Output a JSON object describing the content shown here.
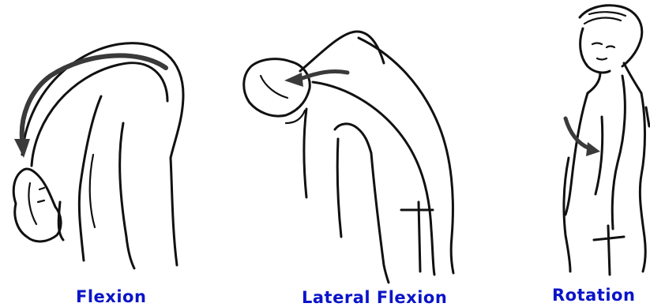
{
  "colors": {
    "caption": "#0a14c8",
    "line": "#111111",
    "arrow": "#3a3a3a",
    "background": "#ffffff"
  },
  "panels": [
    {
      "caption": "Flexion",
      "figure": "bending-forward-figure",
      "arrow": "down-the-back-arrow"
    },
    {
      "caption": "Lateral Flexion",
      "figure": "bending-sideways-figure",
      "arrow": "toward-the-side-arrow"
    },
    {
      "caption": "Rotation",
      "figure": "twisting-figure",
      "arrow": "rotation-arrow"
    }
  ]
}
